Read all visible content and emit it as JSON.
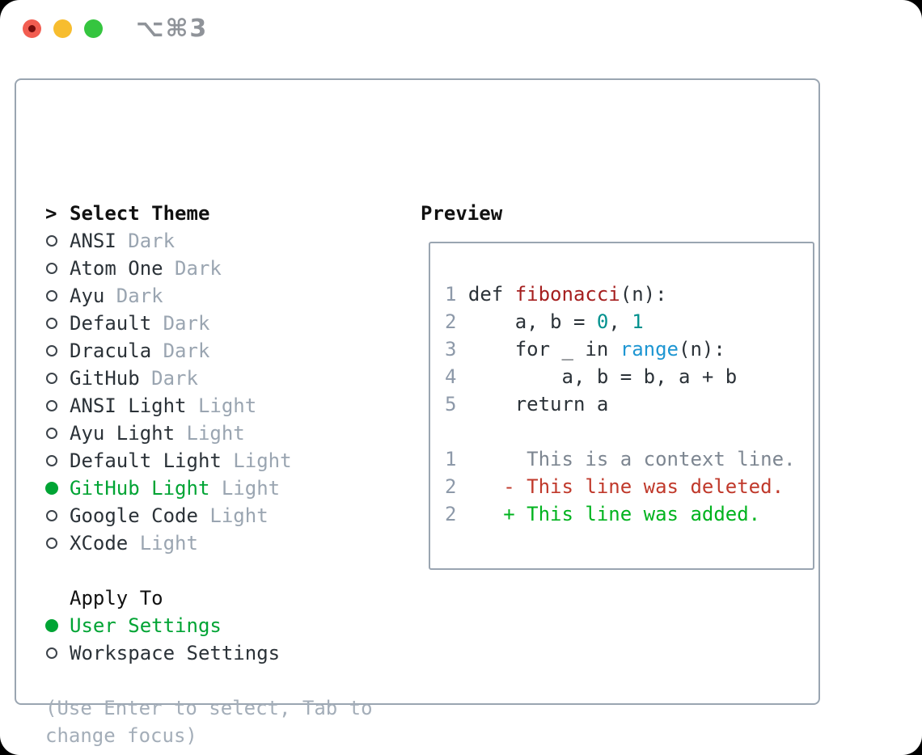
{
  "window": {
    "title": "⌥⌘3"
  },
  "sidebar": {
    "header": {
      "marker": ">",
      "label": "Select Theme"
    },
    "themes": [
      {
        "name": "ANSI",
        "tag": "Dark",
        "selected": false
      },
      {
        "name": "Atom One",
        "tag": "Dark",
        "selected": false
      },
      {
        "name": "Ayu",
        "tag": "Dark",
        "selected": false
      },
      {
        "name": "Default",
        "tag": "Dark",
        "selected": false
      },
      {
        "name": "Dracula",
        "tag": "Dark",
        "selected": false
      },
      {
        "name": "GitHub",
        "tag": "Dark",
        "selected": false
      },
      {
        "name": "ANSI Light",
        "tag": "Light",
        "selected": false
      },
      {
        "name": "Ayu Light",
        "tag": "Light",
        "selected": false
      },
      {
        "name": "Default Light",
        "tag": "Light",
        "selected": false
      },
      {
        "name": "GitHub Light",
        "tag": "Light",
        "selected": true
      },
      {
        "name": "Google Code",
        "tag": "Light",
        "selected": false
      },
      {
        "name": "XCode",
        "tag": "Light",
        "selected": false
      }
    ],
    "apply_to": {
      "label": "Apply To",
      "options": [
        {
          "name": "User Settings",
          "selected": true
        },
        {
          "name": "Workspace Settings",
          "selected": false
        }
      ]
    },
    "hint": "(Use Enter to select, Tab to change focus)"
  },
  "preview": {
    "title": "Preview",
    "code_lines": [
      {
        "num": "1",
        "tokens": [
          {
            "text": "def ",
            "type": "plain"
          },
          {
            "text": "fibonacci",
            "type": "func"
          },
          {
            "text": "(n):",
            "type": "plain"
          }
        ]
      },
      {
        "num": "2",
        "tokens": [
          {
            "text": "    a, b = ",
            "type": "plain"
          },
          {
            "text": "0",
            "type": "number"
          },
          {
            "text": ", ",
            "type": "plain"
          },
          {
            "text": "1",
            "type": "number"
          }
        ]
      },
      {
        "num": "3",
        "tokens": [
          {
            "text": "    for _ in ",
            "type": "plain"
          },
          {
            "text": "range",
            "type": "builtin"
          },
          {
            "text": "(n):",
            "type": "plain"
          }
        ]
      },
      {
        "num": "4",
        "tokens": [
          {
            "text": "        a, b = b, a + b",
            "type": "plain"
          }
        ]
      },
      {
        "num": "5",
        "tokens": [
          {
            "text": "    return a",
            "type": "plain"
          }
        ]
      }
    ],
    "diff_lines": [
      {
        "num": "1",
        "marker": " ",
        "text": "This is a context line.",
        "type": "context"
      },
      {
        "num": "2",
        "marker": "-",
        "text": "This line was deleted.",
        "type": "deleted"
      },
      {
        "num": "2",
        "marker": "+",
        "text": "This line was added.",
        "type": "added"
      }
    ]
  },
  "colors": {
    "text_dark": "#2b3238",
    "tag_gray": "#9aa5b1",
    "lineno": "#8d99a9",
    "border_gray": "#9aa5b1",
    "selected_green": "#00a434",
    "added_green": "#00b31e",
    "deleted_red": "#c0392b",
    "func_red": "#a51f1f",
    "number_teal": "#00918e",
    "builtin_blue": "#1e96d2",
    "context_gray": "#7d8691",
    "hint_gray": "#a4aeb9",
    "tl_close": "#f25d51",
    "tl_close_dot": "#750c0c",
    "tl_min": "#f7bd2f",
    "tl_zoom": "#35c53f"
  }
}
